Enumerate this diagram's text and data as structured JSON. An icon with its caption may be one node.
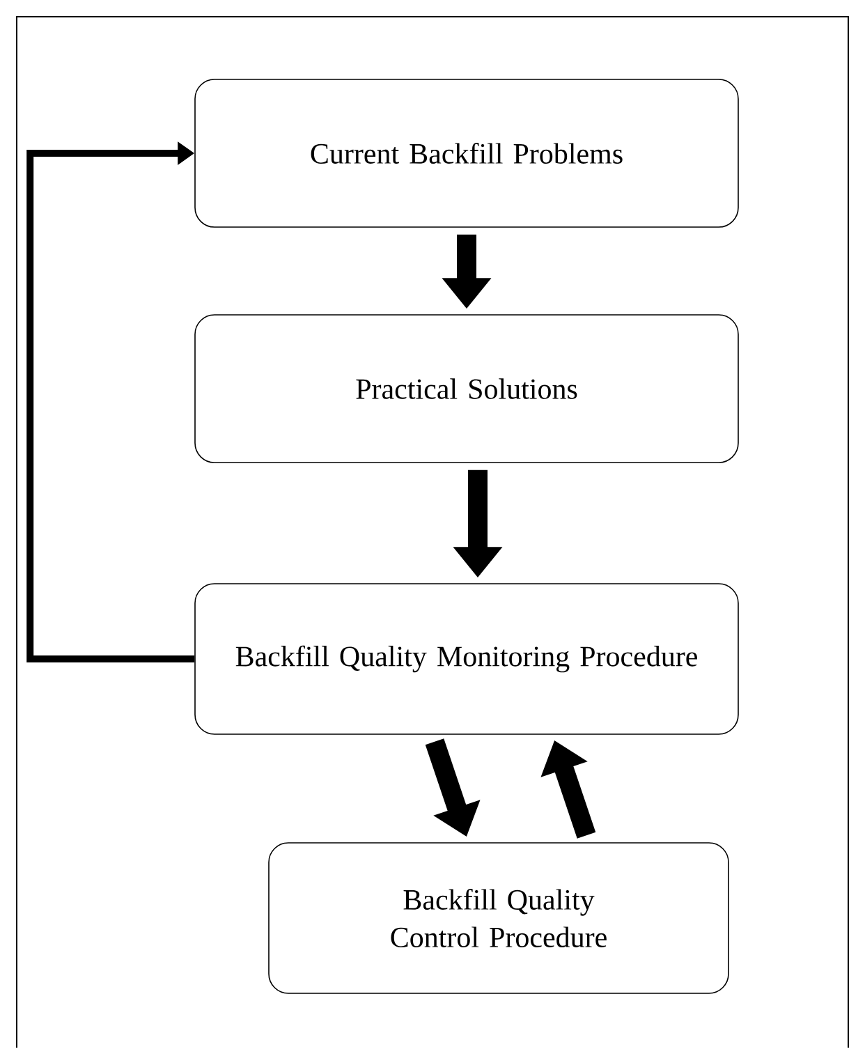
{
  "diagram": {
    "nodes": [
      {
        "text": [
          "Current Backfill Problems"
        ]
      },
      {
        "text": [
          "Practical Solutions"
        ]
      },
      {
        "text": [
          "Backfill Quality Monitoring Procedure"
        ]
      },
      {
        "text": [
          "Backfill Quality Control Procedure"
        ]
      }
    ],
    "edges": [
      {
        "from": 0,
        "to": 1,
        "arrow": "to"
      },
      {
        "from": 1,
        "to": 2,
        "arrow": "to"
      },
      {
        "from": 2,
        "to": 3,
        "arrow": "to"
      },
      {
        "from": 3,
        "to": 2,
        "arrow": "to"
      },
      {
        "from": 2,
        "to": 0,
        "arrow": "to"
      }
    ]
  }
}
